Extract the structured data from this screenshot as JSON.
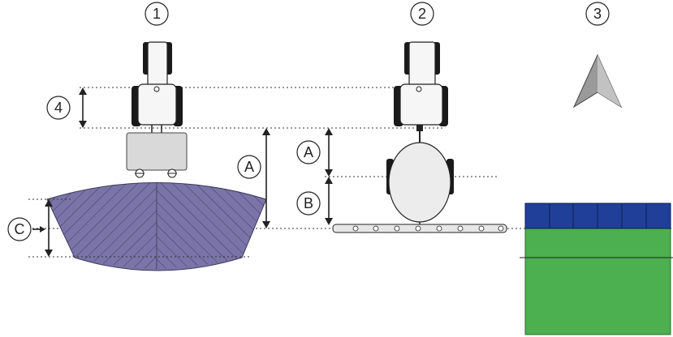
{
  "section_markers": [
    "1",
    "2",
    "3"
  ],
  "dimension_labels": {
    "a_left": "A",
    "a_right": "A",
    "b": "B",
    "c": "C",
    "four": "4"
  },
  "icons": [
    "tractor-icon",
    "implement-icon",
    "navigation-arrow-icon",
    "field-section-map"
  ],
  "colors": {
    "section_fill": "#7b74a8",
    "field_green": "#4caf50",
    "field_blue": "#1f3f99",
    "arrow_gray": "#9a9a9a"
  }
}
